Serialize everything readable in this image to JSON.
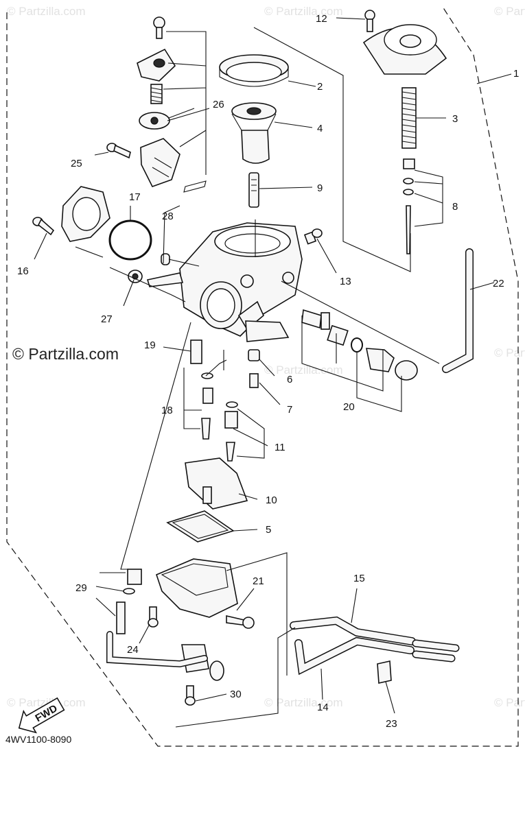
{
  "watermark": "© Partzilla.com",
  "copyright": "© Partzilla.com",
  "diagram_code": "4WV1100-8090",
  "fwd_label": "FWD",
  "callouts": [
    "1",
    "2",
    "3",
    "4",
    "5",
    "6",
    "7",
    "8",
    "9",
    "10",
    "11",
    "12",
    "13",
    "14",
    "15",
    "16",
    "17",
    "18",
    "19",
    "20",
    "21",
    "22",
    "23",
    "24",
    "25",
    "26",
    "27",
    "28",
    "29",
    "30"
  ]
}
